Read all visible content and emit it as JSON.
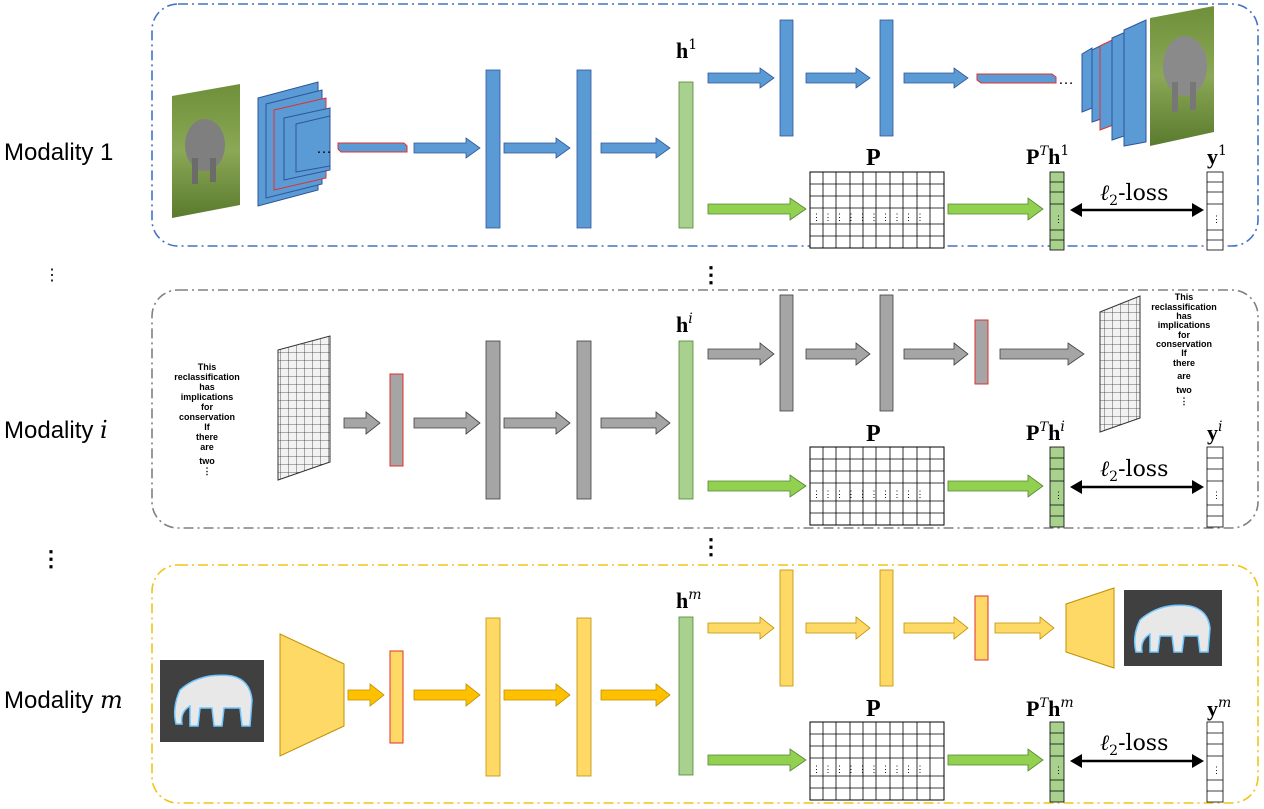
{
  "modalities": [
    {
      "label": "Modality 1",
      "hidden_base": "h",
      "hidden_sup": "1",
      "proj_label": "P",
      "proj_out_base": "P",
      "proj_out_sup_T": "T",
      "proj_out_h": "h",
      "proj_out_sup": "1",
      "target_base": "y",
      "target_sup": "1",
      "loss_label": "ℓ",
      "loss_sub": "2",
      "loss_suffix": "-loss",
      "border_color": "#4472C4",
      "layer_color": "#5B9BD5",
      "arrow_color": "#5B9BD5"
    },
    {
      "label": "Modality ",
      "label_var": "i",
      "hidden_base": "h",
      "hidden_sup": "i",
      "proj_label": "P",
      "proj_out_base": "P",
      "proj_out_sup_T": "T",
      "proj_out_h": "h",
      "proj_out_sup": "i",
      "target_base": "y",
      "target_sup": "i",
      "loss_label": "ℓ",
      "loss_sub": "2",
      "loss_suffix": "-loss",
      "border_color": "#808080",
      "layer_color": "#A5A5A5",
      "arrow_color": "#A5A5A5",
      "text_words": [
        "This",
        "reclassification",
        "has",
        "implications",
        "for",
        "conservation",
        "If",
        "there",
        "are",
        "two",
        "⋮"
      ]
    },
    {
      "label": "Modality ",
      "label_var": "m",
      "hidden_base": "h",
      "hidden_sup": "m",
      "proj_label": "P",
      "proj_out_base": "P",
      "proj_out_sup_T": "T",
      "proj_out_h": "h",
      "proj_out_sup": "m",
      "target_base": "y",
      "target_sup": "m",
      "loss_label": "ℓ",
      "loss_sub": "2",
      "loss_suffix": "-loss",
      "border_color": "#F0C419",
      "layer_color": "#FFD966",
      "arrow_color": "#FFC000"
    }
  ],
  "colors": {
    "green_layer": "#A9D18E",
    "green_arrow": "#92D050",
    "red_edge": "#E0302F"
  },
  "icons": [
    "elephant-photo-icon",
    "elephant-sketch-icon",
    "cnn-stack-icon",
    "grid-tensor-icon",
    "trapezoid-encoder-icon"
  ]
}
